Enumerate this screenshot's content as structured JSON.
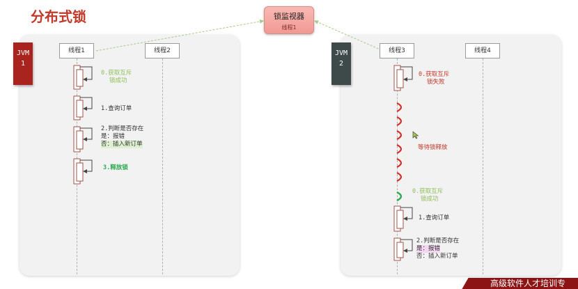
{
  "page_title": "分布式锁",
  "monitor": {
    "title": "锁监视器",
    "subtitle": "线程1"
  },
  "jvm1": {
    "tag_line1": "JVM",
    "tag_line2": "1",
    "thread_a": "线程1",
    "thread_b": "线程2",
    "steps": {
      "s0_l1": "0.获取互斥",
      "s0_l2": "锁成功",
      "s1": "1.查询订单",
      "s2_l1": "2.判断是否存在",
      "s2_l2": "是：报错",
      "s2_l3": "否：插入新订单",
      "s3": "3.释放锁"
    }
  },
  "jvm2": {
    "tag_line1": "JVM",
    "tag_line2": "2",
    "thread_a": "线程3",
    "thread_b": "线程4",
    "steps": {
      "s0_l1": "0.获取互斥",
      "s0_l2": "锁失败",
      "wait": "等待锁释放",
      "s0b_l1": "0.获取互斥",
      "s0b_l2": "锁成功",
      "s1": "1.查询订单",
      "s2_l1": "2.判断是否存在",
      "s2_l2": "是：报错",
      "s2_l3": "否：插入新订单"
    }
  },
  "footer_banner": "高级软件人才培训专",
  "colors": {
    "title": "#c0392b",
    "jvm1_tag": "#a9231f",
    "jvm2_tag": "#3e4a49",
    "success": "#8fbf5a",
    "fail": "#c0392b",
    "release": "#2eaa4e",
    "highlight_green": "#dff0d2",
    "highlight_pink": "#f4d6f0",
    "monitor_fill": "#f4a29d",
    "banner": "#8d1414"
  }
}
